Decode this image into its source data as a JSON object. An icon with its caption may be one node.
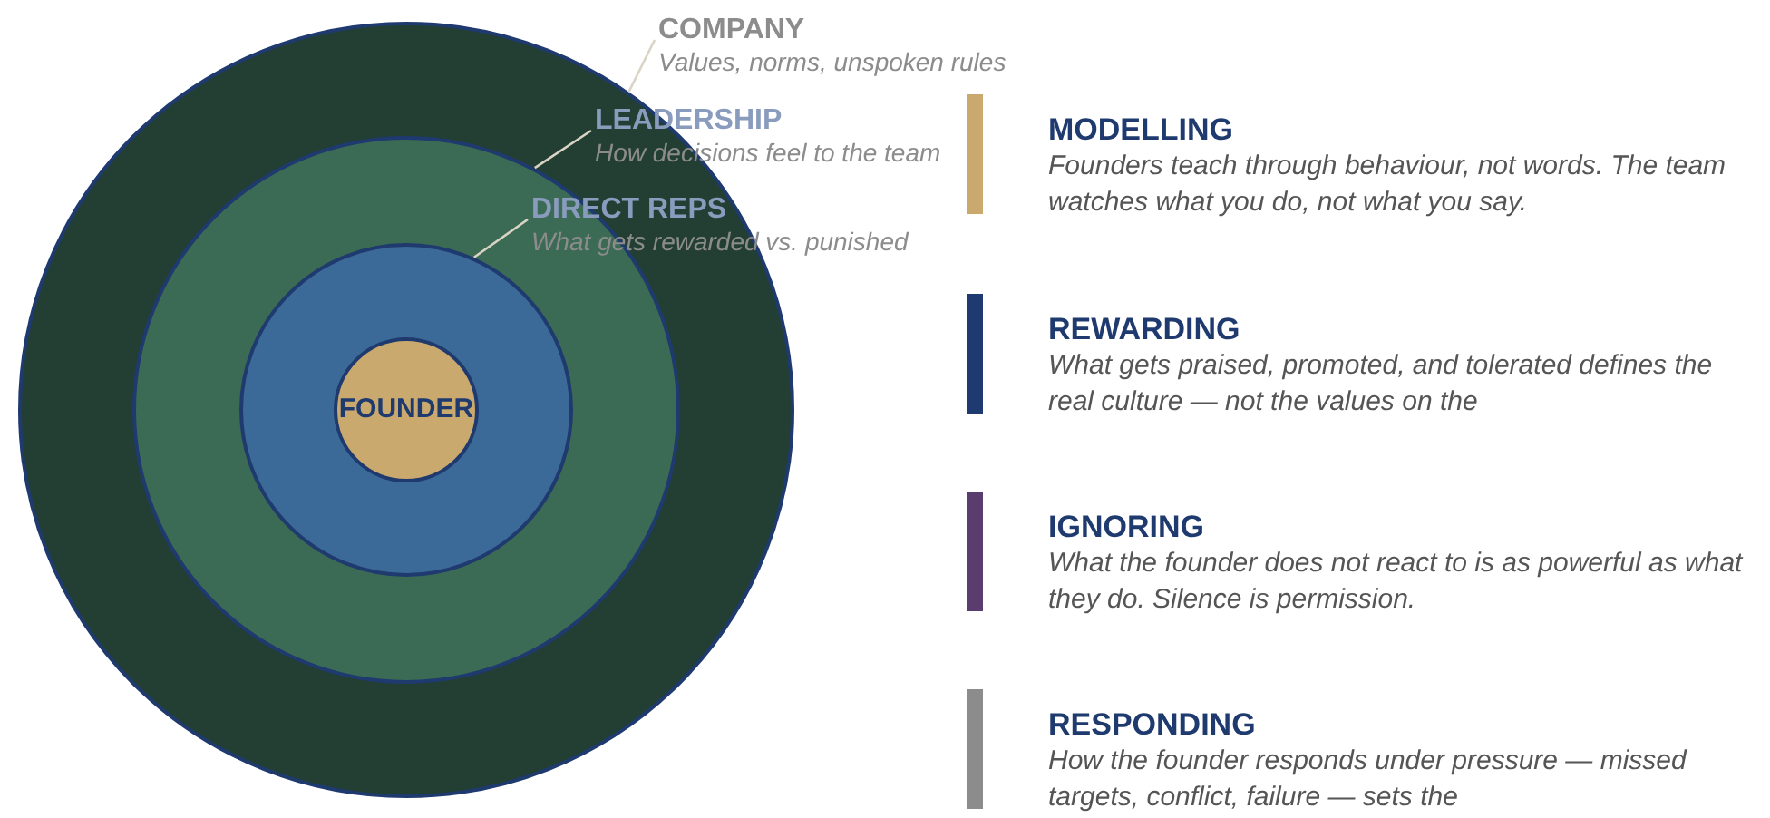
{
  "diagram": {
    "nodes": [
      {
        "text": [],
        "shape": "circle"
      },
      {
        "text": [],
        "shape": "circle",
        "in": 0
      },
      {
        "text": [],
        "shape": "circle",
        "in": 1
      },
      {
        "text": [
          "FOUNDER"
        ],
        "in": 2
      },
      {
        "text": [
          "COMPANY",
          "Values, norms, unspoken rules"
        ]
      },
      {
        "text": [
          "LEADERSHIP",
          "How decisions feel to the team"
        ]
      },
      {
        "text": [
          "DIRECT REPS",
          "What gets rewarded vs. punished"
        ]
      },
      {
        "text": [
          "MODELLING",
          "Founders teach through behaviour, not words. The team watches what you do, not what you say."
        ]
      },
      {
        "text": [
          "REWARDING",
          "What gets praised, promoted, and tolerated defines the real culture — not the values on the"
        ]
      },
      {
        "text": [
          "IGNORING",
          "What the founder does not react to is as powerful as what they do. Silence is permission."
        ]
      },
      {
        "text": [
          "RESPONDING",
          "How the founder responds under pressure — missed targets, conflict, failure — sets the"
        ]
      }
    ],
    "edges": [
      {
        "from": 4,
        "to": 0,
        "arrow": "none"
      },
      {
        "from": 5,
        "to": 1,
        "arrow": "none"
      },
      {
        "from": 6,
        "to": 2,
        "arrow": "none"
      }
    ]
  }
}
